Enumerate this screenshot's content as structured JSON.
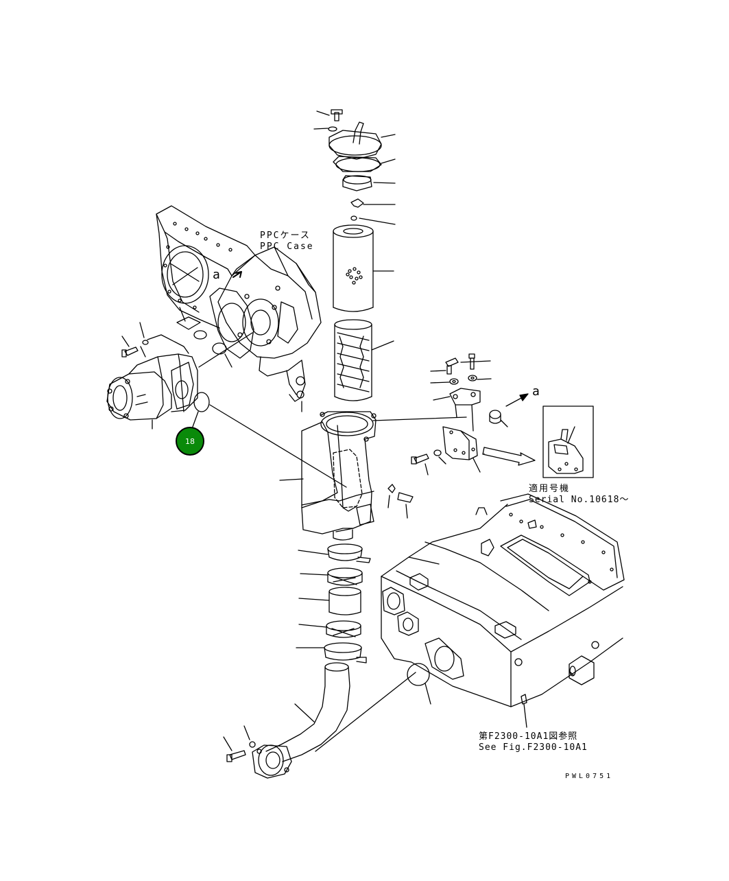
{
  "labels": {
    "ppc_case_jp": "PPCケース",
    "ppc_case_en": "PPC Case",
    "ref_a_1": "a",
    "ref_a_2": "a",
    "serial_jp": "適用号機",
    "serial_en": "Serial No.10618～",
    "see_fig_jp": "第F2300-10A1図参照",
    "see_fig_en": "See Fig.F2300-10A1",
    "drawing_id": "PWL0751"
  },
  "callout": {
    "number": "18",
    "fill_color": "#0a8a0a"
  },
  "colors": {
    "line": "#000000",
    "background": "#ffffff"
  }
}
